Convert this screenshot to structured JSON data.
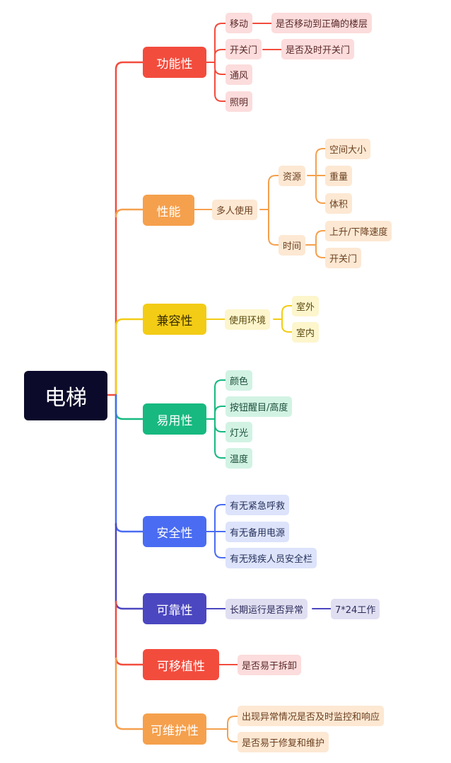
{
  "root": "电梯",
  "colors": {
    "root_bg": "#0c0a2b",
    "red": "#f24c3d",
    "red_leaf": "#fcdcdc",
    "red_text": "#5a2a2a",
    "orange": "#f5a04d",
    "orange_leaf": "#fde8d3",
    "orange_text": "#6b4020",
    "yellow": "#f3cc16",
    "yellow_leaf": "#fdf5cc",
    "yellow_text": "#5a4a10",
    "green": "#17b980",
    "green_leaf": "#d2f3e4",
    "green_text": "#1b4d3a",
    "blue": "#4a6cf2",
    "blue_leaf": "#dce3fb",
    "blue_text": "#26315a",
    "indigo": "#4b47c0",
    "indigo_leaf": "#e0dff2",
    "indigo_text": "#2d2b5a"
  },
  "categories": {
    "functional": {
      "label": "功能性",
      "items": {
        "move": "移动",
        "move_detail": "是否移动到正确的楼层",
        "door": "开关门",
        "door_detail": "是否及时开关门",
        "ventilation": "通风",
        "lighting": "照明"
      }
    },
    "performance": {
      "label": "性能",
      "multi_user": "多人使用",
      "resource": "资源",
      "space": "空间大小",
      "weight": "重量",
      "volume": "体积",
      "time": "时间",
      "speed": "上升/下降速度",
      "door": "开关门"
    },
    "compatibility": {
      "label": "兼容性",
      "environment": "使用环境",
      "outdoor": "室外",
      "indoor": "室内"
    },
    "usability": {
      "label": "易用性",
      "items": {
        "color": "颜色",
        "buttons": "按钮醒目/高度",
        "light": "灯光",
        "temperature": "温度"
      }
    },
    "safety": {
      "label": "安全性",
      "items": {
        "emergency": "有无紧急呼救",
        "backup_power": "有无备用电源",
        "disabled_rail": "有无残疾人员安全栏"
      }
    },
    "reliability": {
      "label": "可靠性",
      "long_run": "长期运行是否异常",
      "uptime": "7*24工作"
    },
    "portability": {
      "label": "可移植性",
      "dismantle": "是否易于拆卸"
    },
    "maintainability": {
      "label": "可维护性",
      "monitor": "出现异常情况是否及时监控和响应",
      "repair": "是否易于修复和维护"
    }
  }
}
